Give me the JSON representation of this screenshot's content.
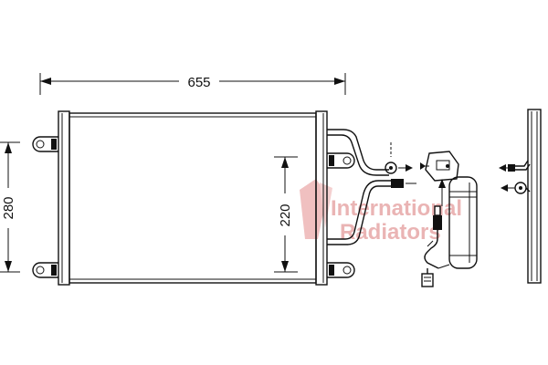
{
  "dimensions": {
    "width_label": "655",
    "height_label": "280",
    "core_height_label": "220"
  },
  "watermark": {
    "line1": "International",
    "line2": "Radiators",
    "color": "#e8a0a0"
  },
  "colors": {
    "ink": "#111111",
    "paper": "#ffffff"
  },
  "icons": [
    "arrow-icon",
    "condenser-part",
    "receiver-drier-part",
    "pressure-switch-part",
    "side-tank-part"
  ]
}
